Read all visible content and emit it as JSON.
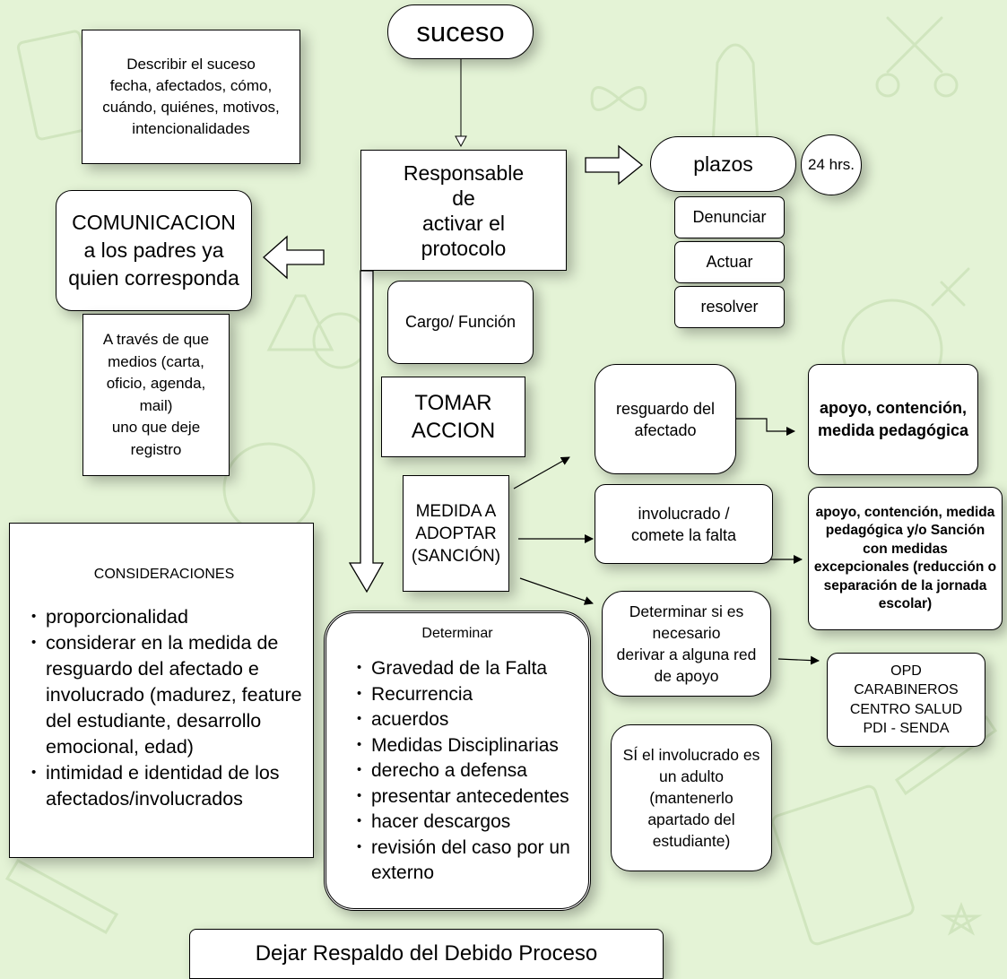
{
  "suceso": "suceso",
  "describir": [
    "Describir el suceso",
    "fecha, afectados, cómo,",
    "cuándo, quiénes, motivos,",
    "intencionalidades"
  ],
  "responsable": [
    "Responsable",
    "de",
    "activar el",
    "protocolo"
  ],
  "plazos": "plazos",
  "hrs": "24 hrs.",
  "denunciar": "Denunciar",
  "actuar": "Actuar",
  "resolver": "resolver",
  "comunicacion": [
    "COMUNICACION",
    "a los padres ya",
    "quien corresponda"
  ],
  "medios": [
    "A través de que",
    "medios (carta,",
    "oficio, agenda,",
    "mail)",
    "uno que deje",
    "registro"
  ],
  "cargo": "Cargo/ Función",
  "tomar": [
    "TOMAR",
    "ACCION"
  ],
  "medida": [
    "MEDIDA A",
    "ADOPTAR",
    "(SANCIÓN)"
  ],
  "resguardo": [
    "resguardo del",
    "afectado"
  ],
  "apoyo1": [
    "apoyo, contención,",
    "medida pedagógica"
  ],
  "involucrado": [
    "involucrado /",
    "comete la falta"
  ],
  "apoyo2": [
    "apoyo, contención, medida",
    "pedagógica y/o Sanción",
    "con medidas",
    "excepcionales (reducción o",
    "separación de la jornada",
    "escolar)"
  ],
  "derivar": [
    "Determinar si es",
    "necesario",
    "derivar a alguna red",
    "de apoyo"
  ],
  "redes": [
    "OPD",
    "CARABINEROS",
    "CENTRO SALUD",
    "PDI - SENDA"
  ],
  "adulto": [
    "SÍ el involucrado es",
    "un adulto",
    "(mantenerlo",
    "apartado del",
    "estudiante)"
  ],
  "consideraciones": {
    "title": "CONSIDERACIONES",
    "items": [
      "proporcionalidad",
      "considerar en la medida de resguardo del afectado e involucrado (madurez, feature del estudiante, desarrollo emocional, edad)",
      "intimidad e identidad de los afectados/involucrados"
    ]
  },
  "determinar": {
    "title": "Determinar",
    "items": [
      "Gravedad de la Falta",
      "Recurrencia",
      "acuerdos",
      "Medidas Disciplinarias",
      "derecho a defensa",
      "presentar antecedentes",
      "hacer descargos",
      "revisión del caso por un externo"
    ]
  },
  "respaldo": "Dejar Respaldo del Debido Proceso",
  "colors": {
    "background": "#e4f3d6",
    "doodle": "#d3e7c2",
    "box": "#ffffff",
    "line": "#000000"
  }
}
